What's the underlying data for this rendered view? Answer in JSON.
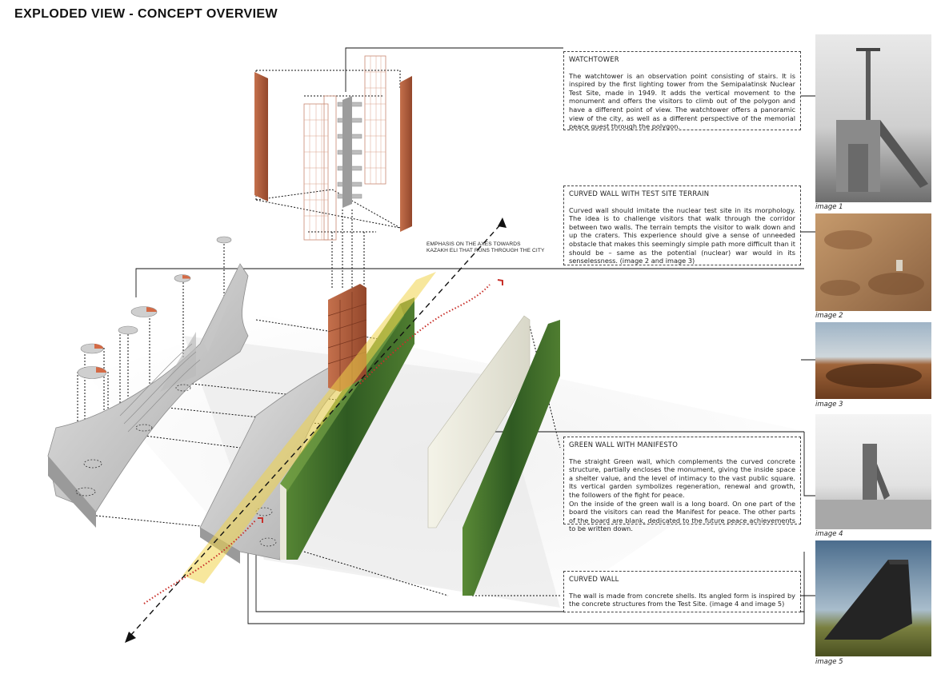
{
  "title": "EXPLODED VIEW - CONCEPT OVERVIEW",
  "axis_annotation": {
    "line1": "EMPHASIS ON THE AXES TOWARDS",
    "line2": "KAZAKH ELI THAT RUNS THROUGH THE CITY"
  },
  "boxes": {
    "watchtower": {
      "heading": "WATCHTOWER",
      "body": "The watchtower is an observation point consisting of stairs. It is inspired by the first lighting tower from the Semipalatinsk Nuclear Test Site, made in 1949. It adds the vertical movement to the monument and offers the visitors to climb out of the polygon and have a different point of view. The watchtower offers a panoramic view of the city, as well as a different perspective of the memorial peace quest through the polygon."
    },
    "curved_terrain": {
      "heading": "CURVED WALL WITH TEST SITE TERRAIN",
      "body": "Curved wall should imitate the nuclear test site in its morphology. The idea is to challenge visitors that walk through the corridor between two walls. The terrain tempts the visitor to walk down and up the craters. This experience should give a sense of unneeded obstacle that makes this seemingly simple path more difficult than it should be – same as the potential (nuclear) war would in its senselessness. (image 2 and image 3)"
    },
    "green_wall": {
      "heading": "GREEN WALL WITH MANIFESTO",
      "body": "The straight Green wall, which complements the curved concrete structure, partially encloses the monument, giving the inside space a shelter value, and the level of intimacy to the vast public square. Its vertical garden symbolizes regeneration, renewal and growth, the followers of the fight for peace.\nOn the inside of the green wall is a long board. On one part of the board the visitors can read the Manifest for peace. The other parts of the board are blank, dedicated to the future peace achievements to be written down."
    },
    "curved_wall": {
      "heading": "CURVED WALL",
      "body": "The wall is made from concrete shells. Its angled form is inspired by the concrete structures from the Test Site. (image 4 and image 5)"
    }
  },
  "images": [
    {
      "caption": "image 1"
    },
    {
      "caption": "image 2"
    },
    {
      "caption": "image 3"
    },
    {
      "caption": "image 4"
    },
    {
      "caption": "image 5"
    }
  ],
  "colors": {
    "brick": "#b5603f",
    "brick_dark": "#8d4227",
    "grass": "#3f6b2a",
    "grass_light": "#6a9a3e",
    "concrete": "#cfcfcf",
    "concrete_dark": "#a6a6a6",
    "axis_yellow": "#f1d34a",
    "path_red": "#c8302a",
    "ground": "#ececec"
  }
}
